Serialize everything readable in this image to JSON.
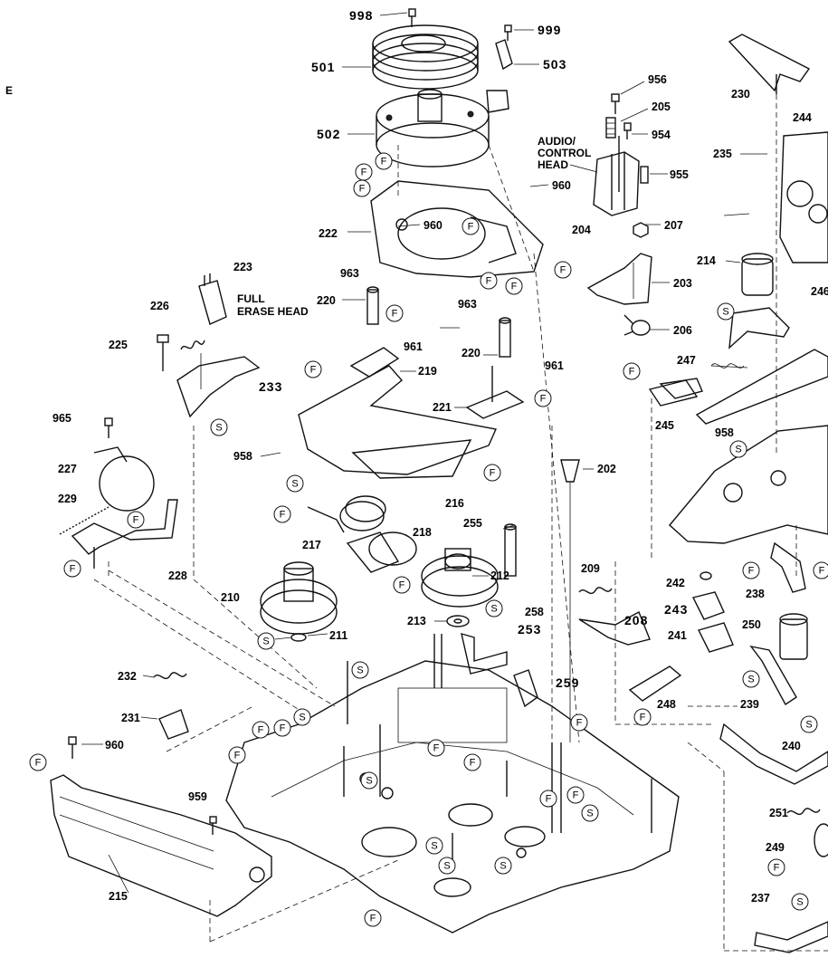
{
  "diagram": {
    "part_labels": [
      "998",
      "999",
      "501",
      "503",
      "502",
      "956",
      "205",
      "954",
      "955",
      "960",
      "230",
      "235",
      "244",
      "222",
      "960",
      "207",
      "204",
      "223",
      "226",
      "225",
      "963",
      "220",
      "963",
      "961",
      "233",
      "214",
      "203",
      "206",
      "220",
      "219",
      "961",
      "221",
      "965",
      "958",
      "227",
      "229",
      "202",
      "216",
      "217",
      "218",
      "255",
      "212",
      "245",
      "958",
      "247",
      "209",
      "228",
      "210",
      "213",
      "258",
      "253",
      "208",
      "211",
      "242",
      "243",
      "241",
      "238",
      "250",
      "232",
      "231",
      "259",
      "248",
      "239",
      "960",
      "240",
      "959",
      "215",
      "251",
      "249",
      "237",
      "246"
    ],
    "text_labels": {
      "audio_head": [
        "AUDIO/",
        "CONTROL",
        "HEAD"
      ],
      "erase_head": [
        "FULL",
        "ERASE HEAD"
      ]
    },
    "callout_letters": [
      "F",
      "S"
    ]
  }
}
